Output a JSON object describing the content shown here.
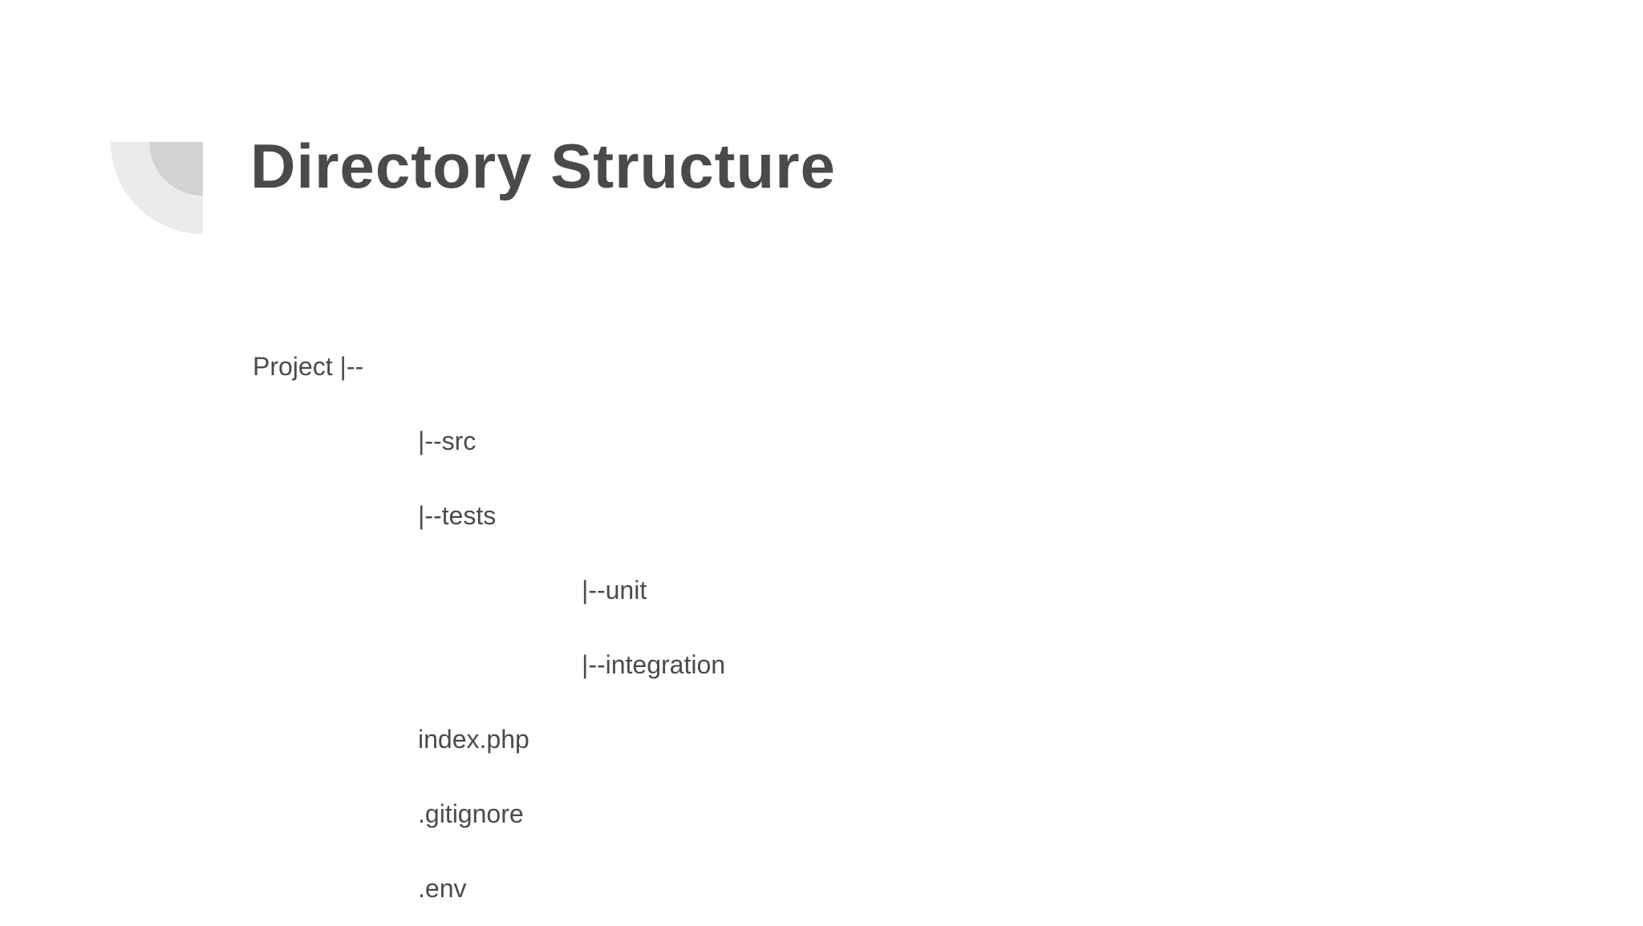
{
  "page": {
    "title": "Directory Structure",
    "background_color": "#ffffff",
    "title_color": "#4a4a4a",
    "text_color": "#4b4b4b",
    "decoration": {
      "shape": "quarter-circle",
      "outer_color": "#ebebeb",
      "inner_color": "#d2d2d2"
    }
  },
  "tree": {
    "lines": [
      {
        "text": "Project |--",
        "level": 0
      },
      {
        "text": "|--src",
        "level": 1
      },
      {
        "text": "|--tests",
        "level": 1
      },
      {
        "text": "|--unit",
        "level": 2
      },
      {
        "text": "|--integration",
        "level": 2
      },
      {
        "text": "index.php",
        "level": 1
      },
      {
        "text": ".gitignore",
        "level": 1
      },
      {
        "text": ".env",
        "level": 1
      }
    ]
  }
}
